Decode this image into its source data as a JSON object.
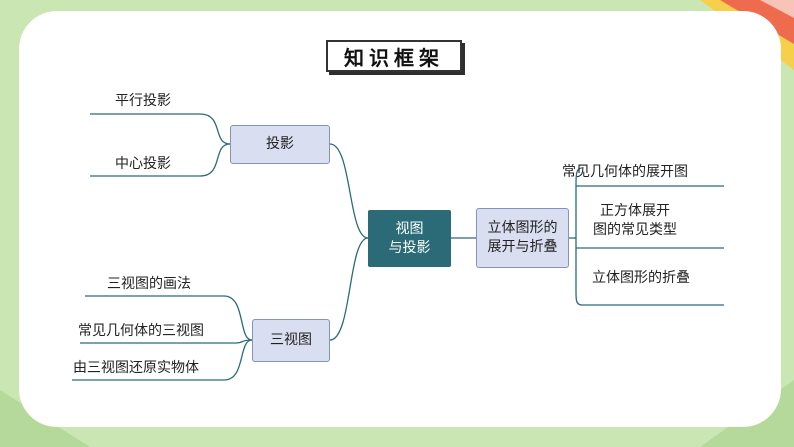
{
  "title": "知识框架",
  "center": {
    "line1": "视图",
    "line2": "与投影"
  },
  "left_branches": [
    {
      "label": "投影",
      "leaves": [
        "平行投影",
        "中心投影"
      ]
    },
    {
      "label": "三视图",
      "leaves": [
        "三视图的画法",
        "常见几何体的三视图",
        "由三视图还原实物体"
      ]
    }
  ],
  "right_branch": {
    "line1": "立体图形的",
    "line2": "展开与折叠",
    "leaves": [
      {
        "line1": "常见几何体的展开图"
      },
      {
        "line1": "正方体展开",
        "line2": "图的常见类型"
      },
      {
        "line1": "立体图形的折叠"
      }
    ]
  },
  "colors": {
    "background": "#c9e6b3",
    "center_fill": "#2a6b77",
    "sub_fill": "#d9dff0",
    "line": "#2a6b77"
  }
}
